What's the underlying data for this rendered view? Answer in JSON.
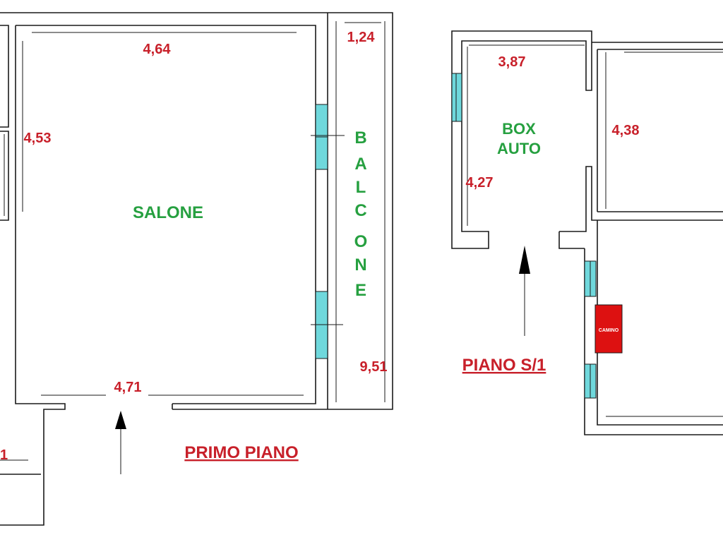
{
  "colors": {
    "dimension_text": "#c8202a",
    "room_text": "#26a040",
    "floor_label": "#c8202a",
    "window_fill": "#6fd8dc",
    "fireplace_fill": "#dd1111"
  },
  "first_floor": {
    "title": "PRIMO PIANO",
    "salone": {
      "label": "SALONE",
      "width_top": "4,64",
      "depth": "4,53",
      "width_bottom": "4,71"
    },
    "balcone": {
      "letters": [
        "B",
        "A",
        "L",
        "C",
        "O",
        "N",
        "E"
      ],
      "width": "1,24",
      "length": "9,51"
    },
    "cut_dimension": "1"
  },
  "basement": {
    "title": "PIANO S/1",
    "box_auto": {
      "label_line1": "BOX",
      "label_line2": "AUTO",
      "width": "3,87",
      "depth": "4,27"
    },
    "right_room": {
      "depth": "4,38"
    },
    "fireplace_label": "CAMINO"
  }
}
